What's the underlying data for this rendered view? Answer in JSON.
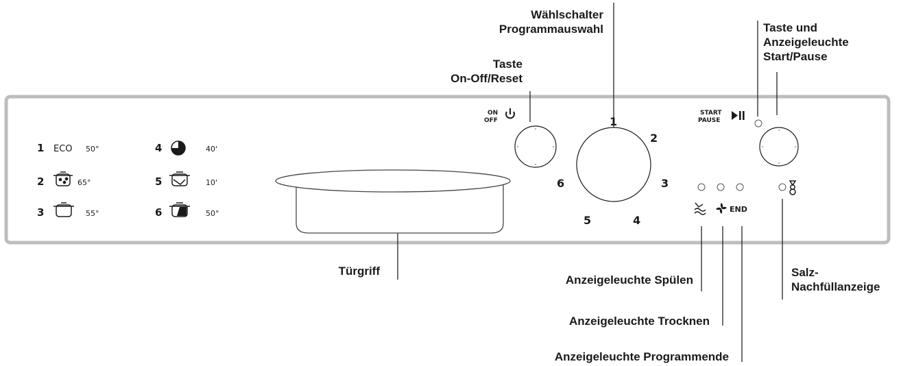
{
  "callouts": {
    "selector_line1": "Wählschalter",
    "selector_line2": "Programmauswahl",
    "onoff_line1": "Taste",
    "onoff_line2": "On-Off/Reset",
    "start_line1": "Taste und",
    "start_line2": "Anzeigeleuchte",
    "start_line3": "Start/Pause",
    "handle": "Türgriff",
    "rinse": "Anzeigeleuchte Spülen",
    "dry": "Anzeigeleuchte Trocknen",
    "end": "Anzeigeleuchte Programmende",
    "salt_line1": "Salz-",
    "salt_line2": "Nachfüllanzeige"
  },
  "panel": {
    "on_label": "ON",
    "off_label": "OFF",
    "start_label": "START",
    "pause_label": "PAUSE",
    "end_label": "END",
    "power_icon": "power-icon",
    "play_pause_icon": "play-pause-icon",
    "rinse_icon": "rinse-icon",
    "dry_icon": "fan-dry-icon",
    "salt_icon": "salt-icon"
  },
  "programs": [
    {
      "number": "1",
      "symbol": "ECO",
      "temp": "50°"
    },
    {
      "number": "2",
      "symbol": "pot-heavy-icon",
      "temp": "65°"
    },
    {
      "number": "3",
      "symbol": "pot-icon",
      "temp": "55°"
    },
    {
      "number": "4",
      "symbol": "half-load-icon",
      "temp": "40'"
    },
    {
      "number": "5",
      "symbol": "rinse-soak-icon",
      "temp": "10'"
    },
    {
      "number": "6",
      "symbol": "quick-icon",
      "temp": "50°"
    }
  ],
  "dial": {
    "positions": [
      "1",
      "2",
      "3",
      "4",
      "5",
      "6"
    ]
  }
}
